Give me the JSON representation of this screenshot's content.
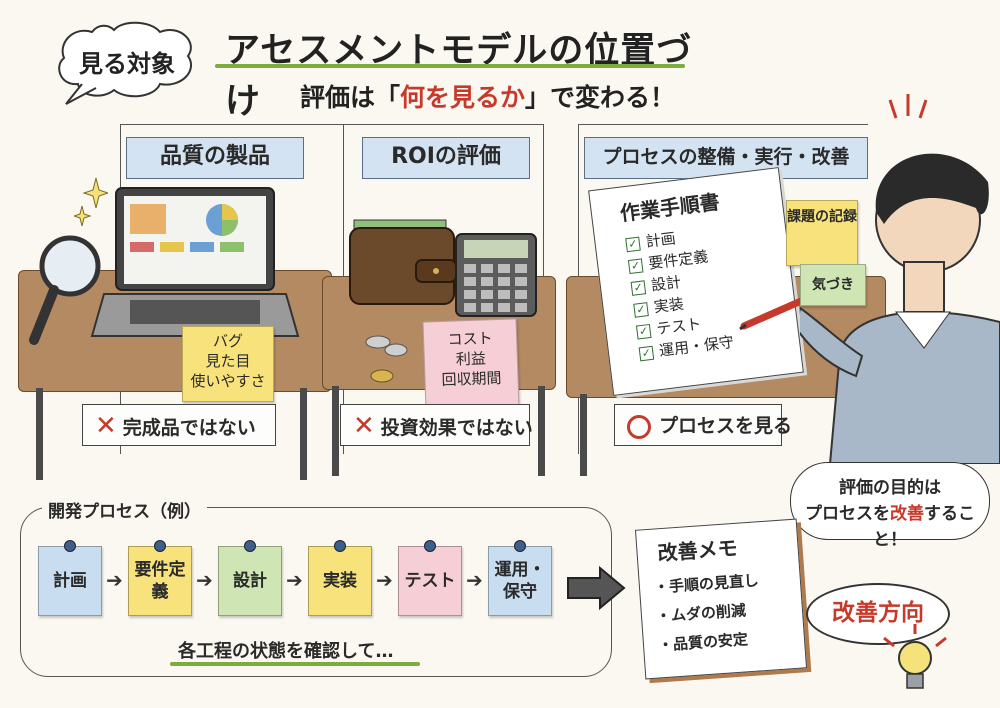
{
  "header": {
    "speech_label": "見る対象",
    "title": "アセスメントモデルの位置づけ",
    "subtitle_before": "評価は「",
    "subtitle_highlight": "何を見るか",
    "subtitle_after": "」で変わる！"
  },
  "panels": [
    {
      "label": "品質の製品",
      "sticky_lines": [
        "バグ",
        "見た目",
        "使いやすさ"
      ],
      "verdict_mark": "✕",
      "verdict": "完成品ではない"
    },
    {
      "label": "ROIの評価",
      "sticky_lines": [
        "コスト",
        "利益",
        "回収期間"
      ],
      "verdict_mark": "✕",
      "verdict": "投資効果ではない"
    },
    {
      "label": "プロセスの整備・実行・改善",
      "verdict_mark": "○",
      "verdict": "プロセスを見る"
    }
  ],
  "procedure": {
    "title": "作業手順書",
    "items": [
      "計画",
      "要件定義",
      "設計",
      "実装",
      "テスト",
      "運用・保守"
    ]
  },
  "side_notes": {
    "issues": "課題の記録",
    "awareness": "気づき"
  },
  "person_bubble": {
    "line1": "評価の目的は",
    "line2_before": "プロセスを",
    "line2_highlight": "改善",
    "line2_after": "すること！"
  },
  "process": {
    "label": "開発プロセス（例）",
    "steps": [
      {
        "label": "計画",
        "color": "#c9ddf0"
      },
      {
        "label": "要件定義",
        "color": "#f7e27c"
      },
      {
        "label": "設計",
        "color": "#cfe6b4"
      },
      {
        "label": "実装",
        "color": "#f7e27c"
      },
      {
        "label": "テスト",
        "color": "#f6cfd6"
      },
      {
        "label": "運用・保守",
        "color": "#c9ddf0"
      }
    ],
    "caption": "各工程の状態を確認して…"
  },
  "memo": {
    "title": "改善メモ",
    "items": [
      "・手順の見直し",
      "・ムダの削減",
      "・品質の安定"
    ]
  },
  "improvement": {
    "label": "改善方向"
  },
  "colors": {
    "accent_red": "#c63a2b",
    "underline_green": "#7cab3e",
    "label_blue": "#d4e3f2"
  },
  "icons": [
    "sparkle-icon",
    "magnifier-icon",
    "laptop-icon",
    "pie-chart-icon",
    "wallet-icon",
    "calculator-icon",
    "coin-icon",
    "binder-icon",
    "pen-icon",
    "person-icon",
    "arrow-right-icon",
    "notebook-icon",
    "lightbulb-icon"
  ]
}
